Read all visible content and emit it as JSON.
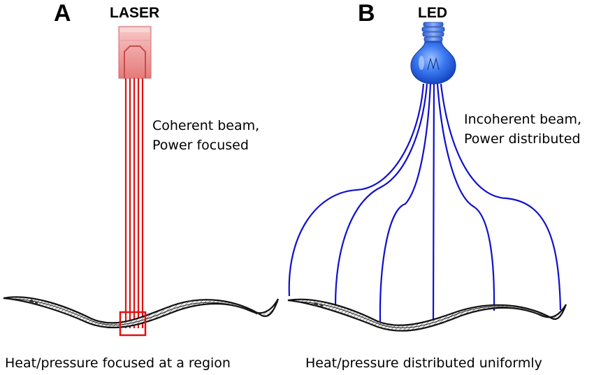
{
  "panel_a": {
    "letter": "A",
    "source_label": "LASER",
    "beam_line1": "Coherent beam,",
    "beam_line2": "Power focused",
    "caption": "Heat/pressure focused at a region",
    "source_icon": "laser-diode-icon",
    "beam_color": "#e01010"
  },
  "panel_b": {
    "letter": "B",
    "source_label": "LED",
    "beam_line1": "Incoherent beam,",
    "beam_line2": "Power distributed",
    "caption": "Heat/pressure distributed uniformly",
    "source_icon": "light-bulb-icon",
    "beam_color": "#1010cc"
  }
}
